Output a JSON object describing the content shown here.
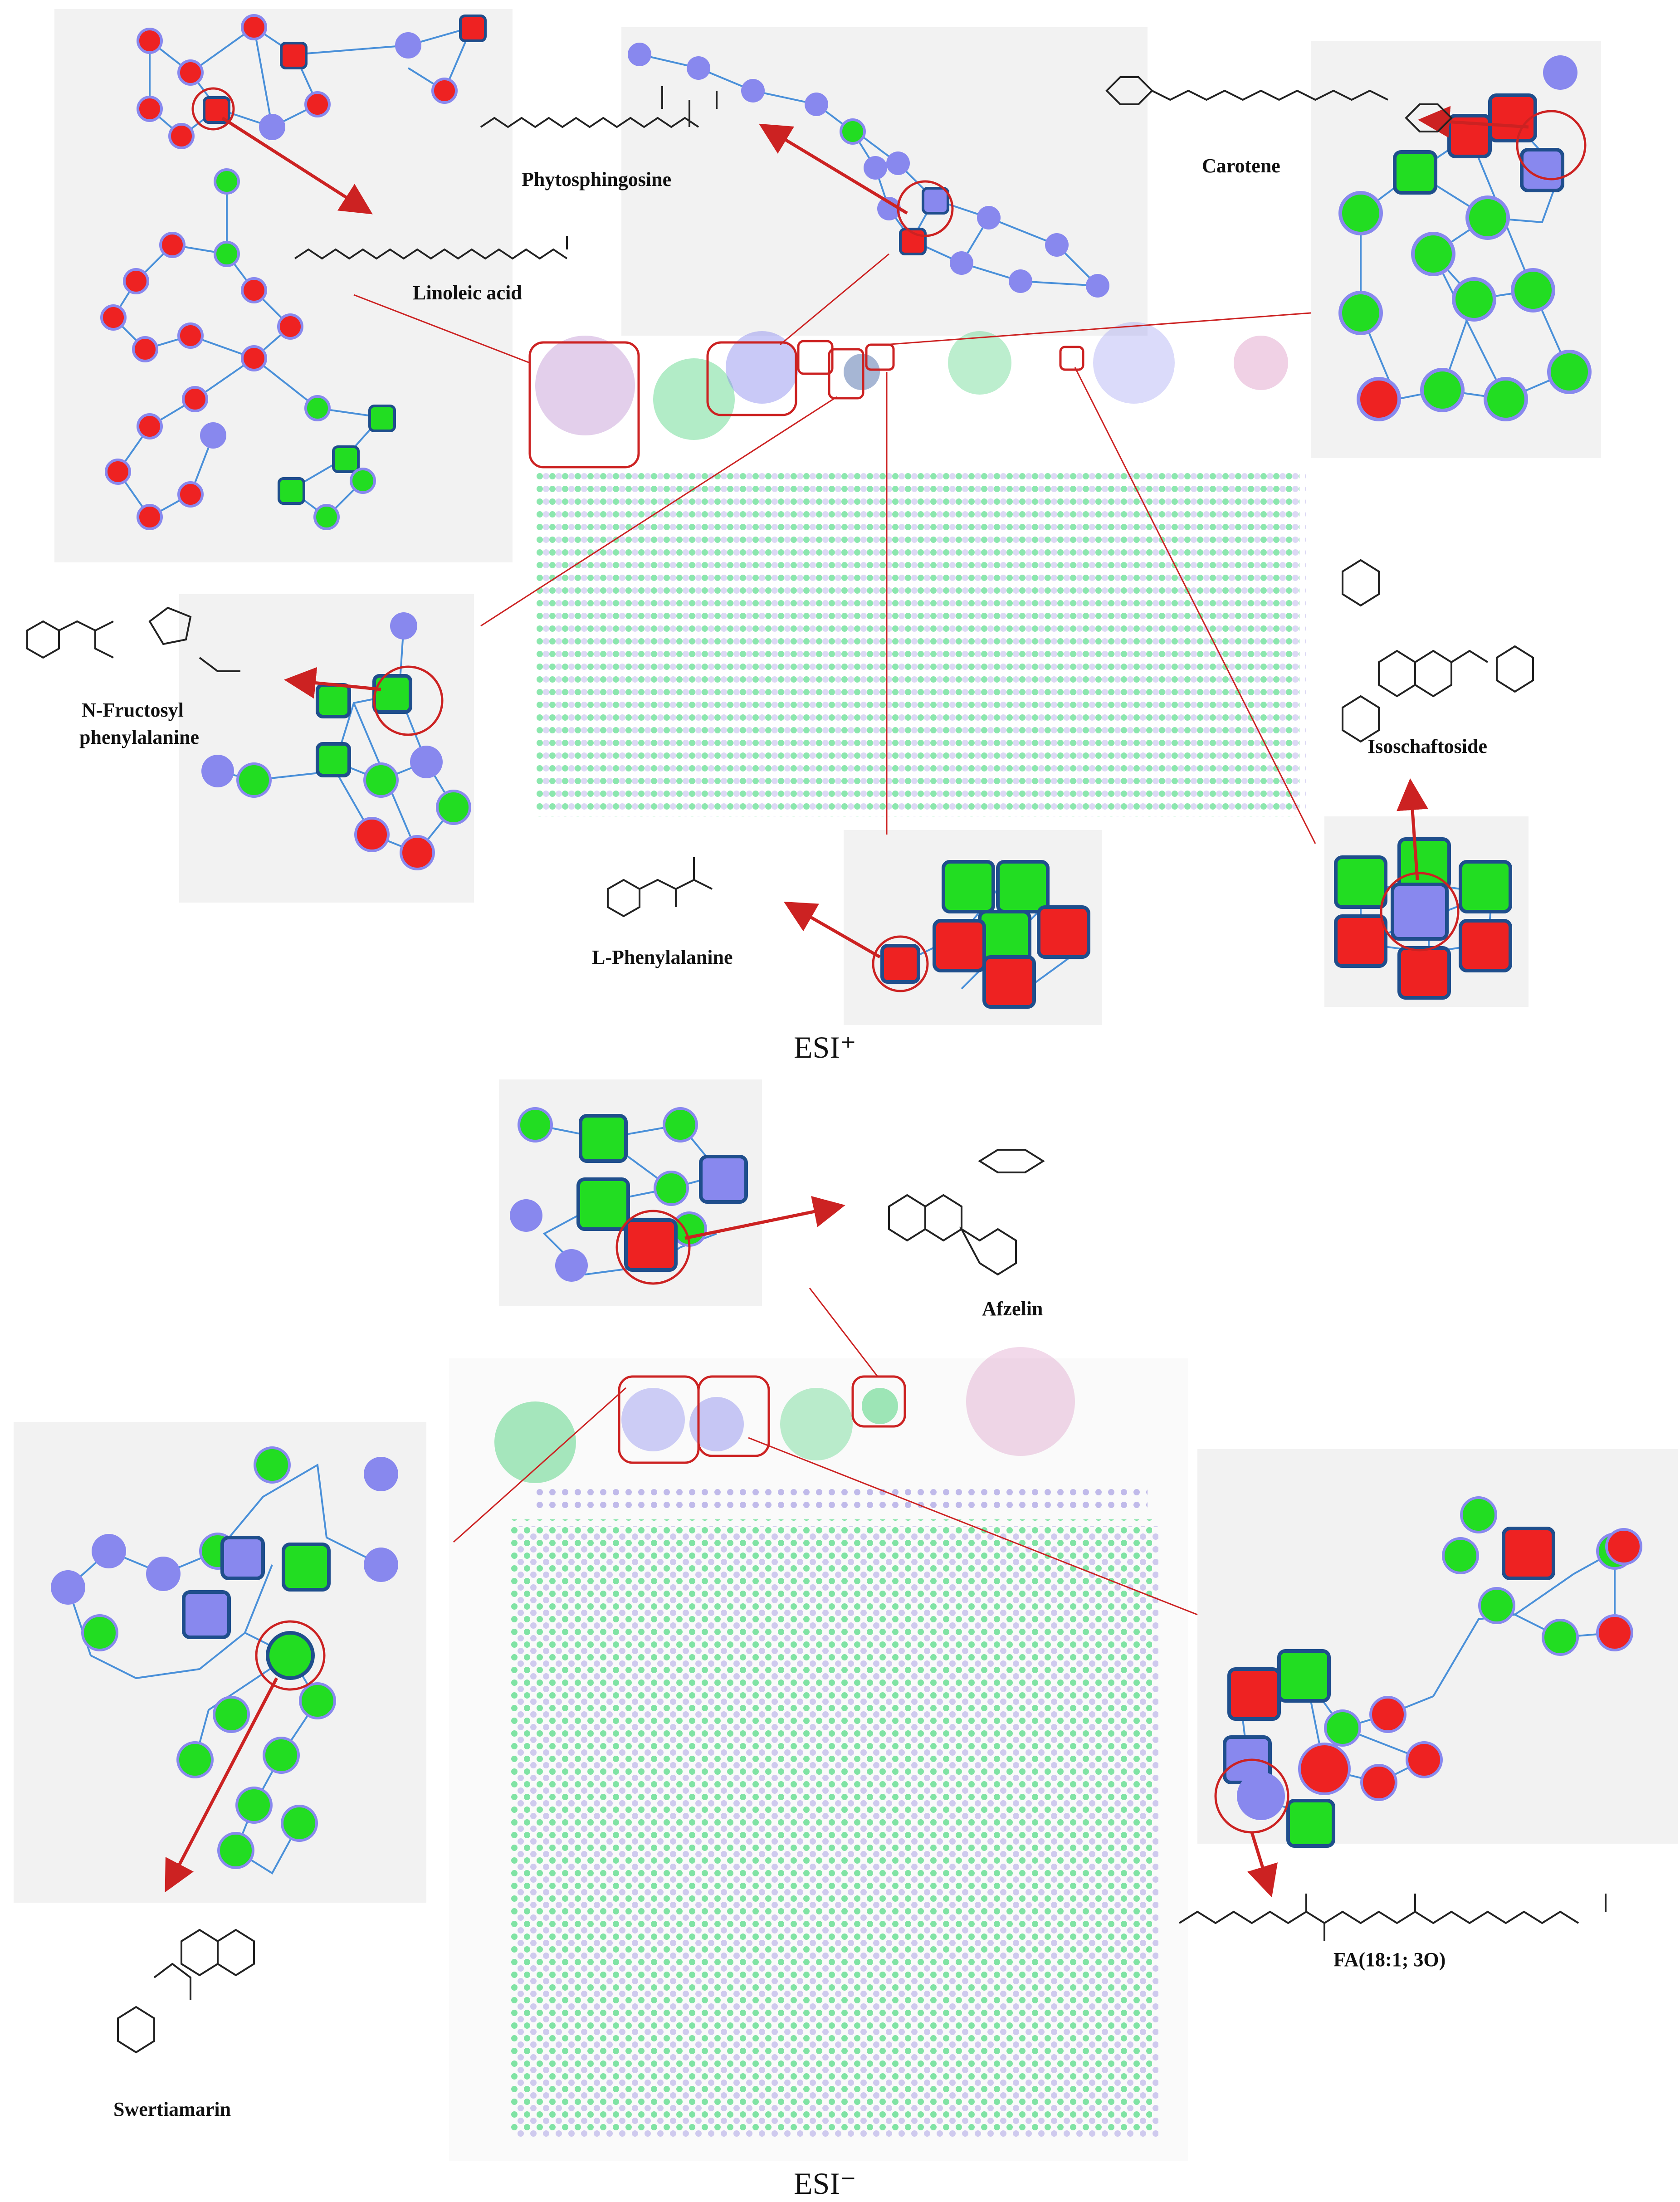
{
  "captions": {
    "positive_mode": "ESI⁺",
    "negative_mode": "ESI⁻"
  },
  "compounds": {
    "linoleic_acid": "Linoleic acid",
    "phytosphingosine": "Phytosphingosine",
    "carotene": "Carotene",
    "n_fructosyl_line1": "N-Fructosyl",
    "n_fructosyl_line2": "phenylalanine",
    "isoschaftoside": "Isoschaftoside",
    "l_phenylalanine": "L-Phenylalanine",
    "afzelin": "Afzelin",
    "swertiamarin": "Swertiamarin",
    "fa": "FA(18:1; 3O)"
  },
  "colors": {
    "group_a": "#ee2222",
    "group_b": "#22dd22",
    "group_c": "#8888ee",
    "edge": "#4a90d9",
    "highlight": "#cc2222",
    "node_border": "#1f4e8c"
  }
}
